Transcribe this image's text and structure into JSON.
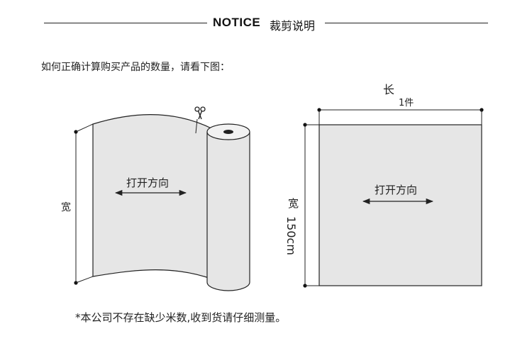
{
  "header": {
    "title_en": "NOTICE",
    "title_cn": "裁剪说明"
  },
  "intro_text": "如何正确计算购买产品的数量，请看下图：",
  "left_diagram": {
    "width_label": "宽",
    "direction_label": "打开方向"
  },
  "right_diagram": {
    "length_label": "长",
    "unit_label": "1件",
    "width_label": "宽",
    "width_value": "150cm",
    "direction_label": "打开方向"
  },
  "footer_text": "*本公司不存在缺少米数,收到货请仔细测量。",
  "colors": {
    "fabric_fill": "#e6e6e6",
    "outline": "#222222"
  },
  "icons": [
    "scissors-icon"
  ]
}
